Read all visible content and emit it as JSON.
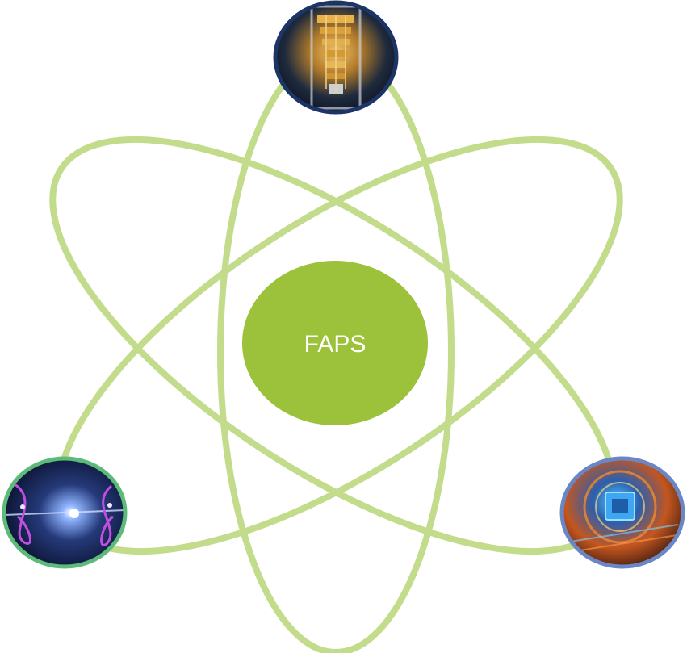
{
  "diagram": {
    "center_label": "FAPS",
    "colors": {
      "orbit": "#c3dc8c",
      "center_fill": "#9bc23a",
      "center_text": "#ffffff",
      "node_top_border": "#1c3566",
      "node_left_border": "#5dbb7a",
      "node_right_border": "#6a86c4"
    },
    "nodes": [
      {
        "name": "quantum-computer-image",
        "icon": "quantum-computer-icon"
      },
      {
        "name": "particle-interaction-image",
        "icon": "particle-icon"
      },
      {
        "name": "microchip-image",
        "icon": "chip-icon"
      }
    ]
  }
}
